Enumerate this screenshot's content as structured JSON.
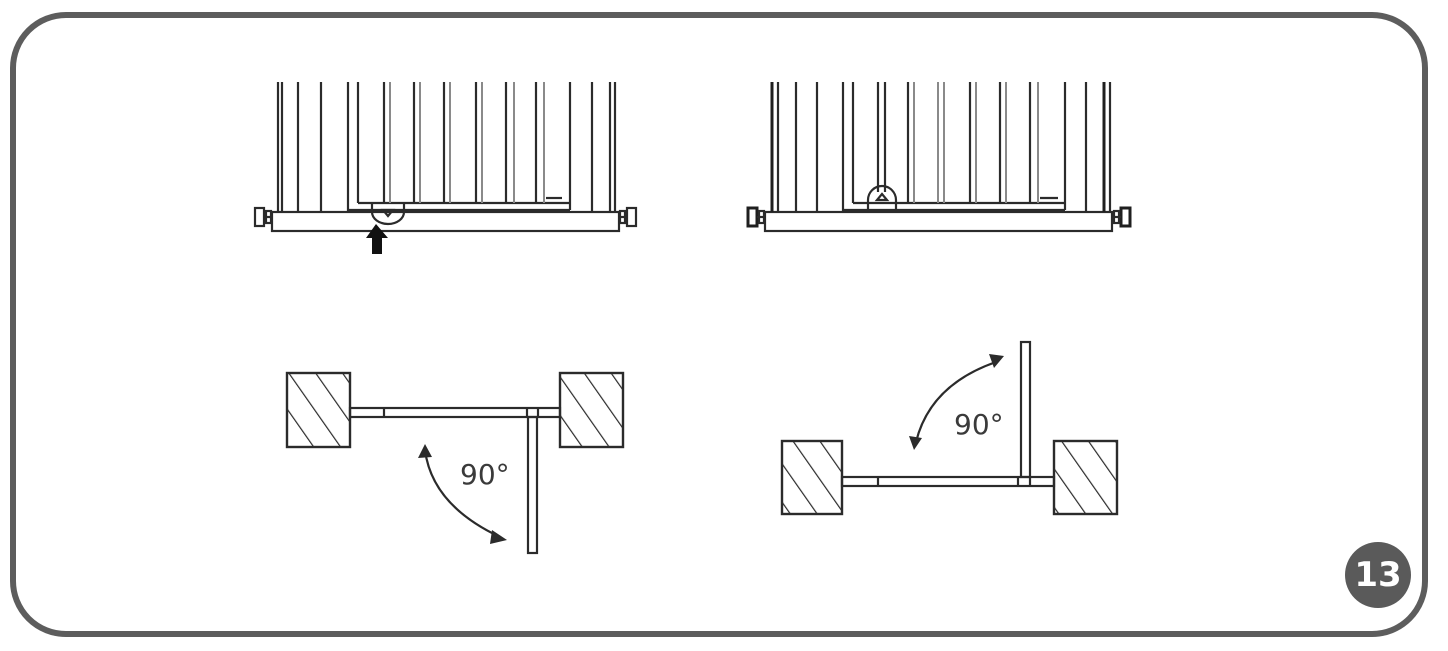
{
  "step": {
    "number": "13"
  },
  "diagrams": {
    "bottom_left": {
      "angle_label": "90°"
    },
    "bottom_right": {
      "angle_label": "90°"
    }
  },
  "colors": {
    "frame": "#5d5d5d",
    "badge": "#5a5a5a",
    "line": "#2b2b2b"
  },
  "icons": [
    "up-arrow-icon",
    "curved-double-arrow-icon",
    "hatched-wall-icon"
  ]
}
